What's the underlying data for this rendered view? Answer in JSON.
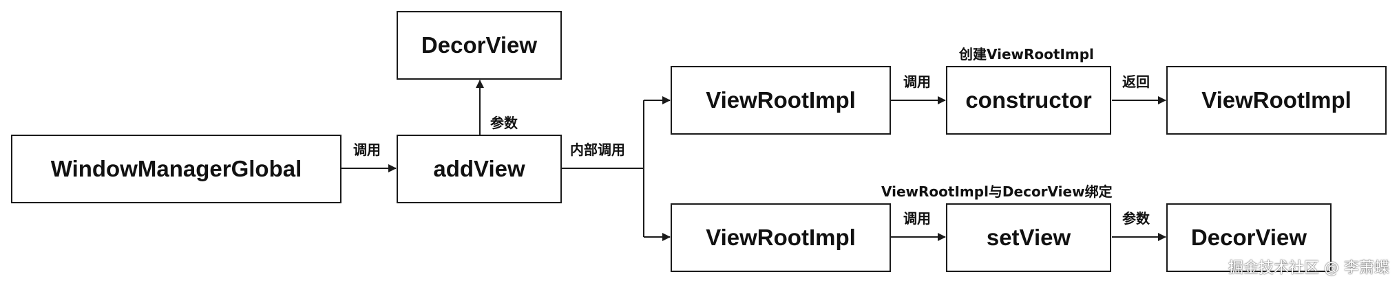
{
  "nodes": {
    "window_manager_global": "WindowManagerGlobal",
    "add_view": "addView",
    "decor_view_top": "DecorView",
    "view_root_impl_top": "ViewRootImpl",
    "constructor": "constructor",
    "view_root_impl_result": "ViewRootImpl",
    "view_root_impl_bottom": "ViewRootImpl",
    "set_view": "setView",
    "decor_view_bottom": "DecorView"
  },
  "edges": {
    "wmg_to_addview": "调用",
    "addview_to_decorview": "参数",
    "addview_internal": "内部调用",
    "vri_to_constructor": "调用",
    "constructor_note": "创建ViewRootImpl",
    "constructor_to_vri": "返回",
    "vri_to_setview": "调用",
    "setview_note": "ViewRootImpl与DecorView绑定",
    "setview_to_decorview": "参数"
  },
  "watermark": "掘金技术社区 @ 李萧蝶",
  "colors": {
    "stroke": "#1a1a1a",
    "text": "#111111",
    "background": "#ffffff"
  }
}
